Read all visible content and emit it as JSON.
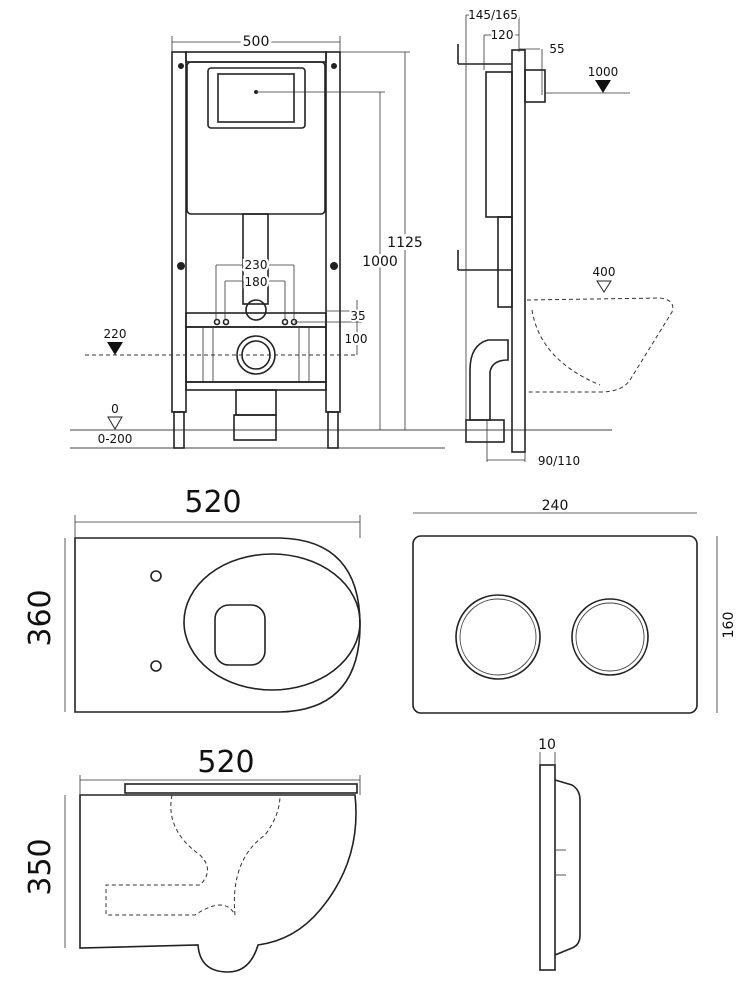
{
  "front_view": {
    "width": "500",
    "height_total": "1125",
    "height_flush": "1000",
    "spacing_outer": "230",
    "spacing_inner": "180",
    "offset_35": "35",
    "offset_100": "100",
    "level_outlet": "220",
    "level_floor": "0",
    "floor_range": "0-200"
  },
  "side_view": {
    "depth_range": "145/165",
    "depth": "120",
    "plate_offset": "55",
    "level_flush": "1000",
    "level_bowl": "400",
    "outlet_range": "90/110"
  },
  "bowl_top": {
    "length": "520",
    "width": "360"
  },
  "flush_plate_front": {
    "width": "240",
    "height": "160"
  },
  "bowl_side": {
    "length": "520",
    "height": "350"
  },
  "flush_plate_side": {
    "thickness": "10"
  }
}
